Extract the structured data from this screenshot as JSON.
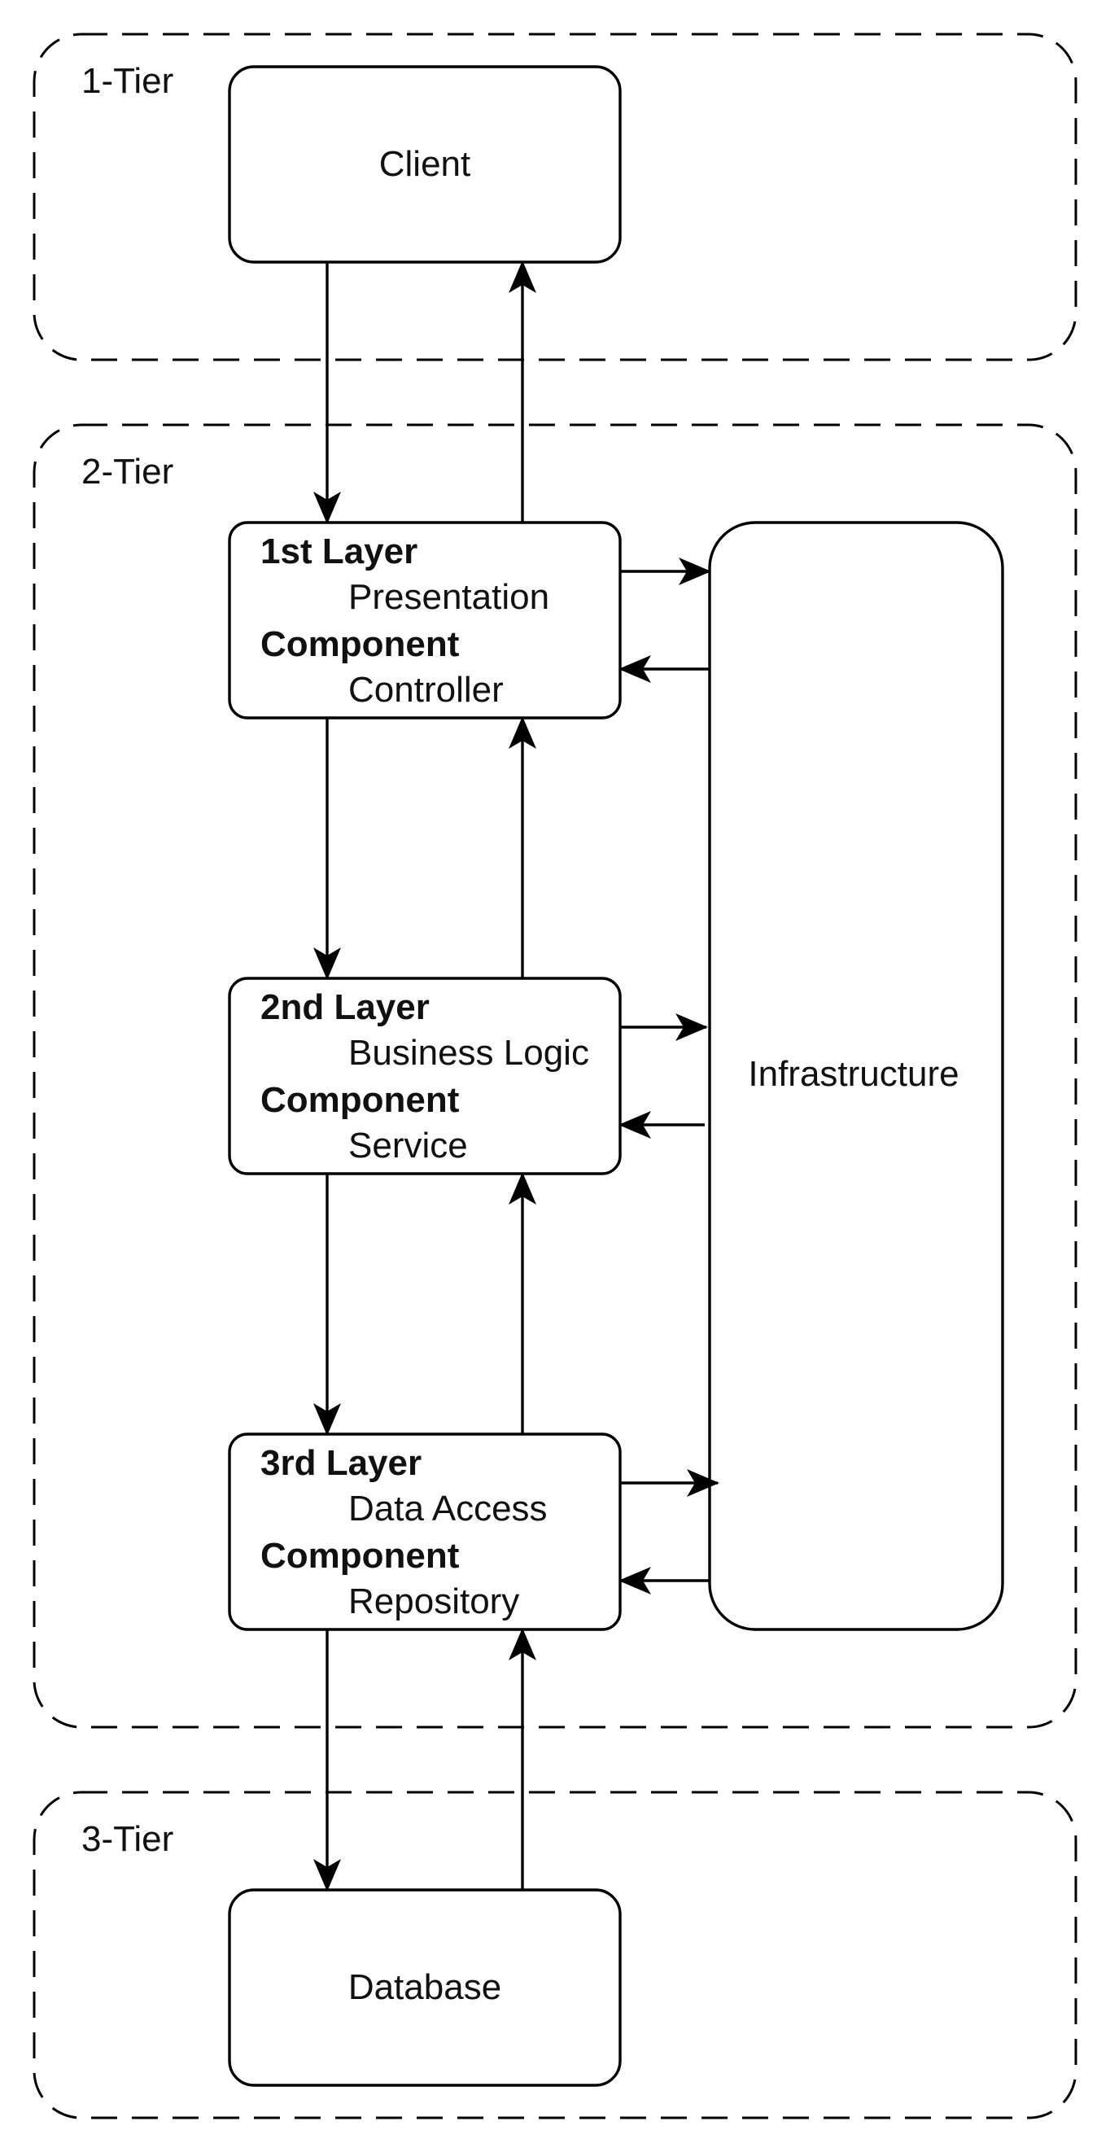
{
  "tiers": {
    "tier1": "1-Tier",
    "tier2": "2-Tier",
    "tier3": "3-Tier"
  },
  "client": "Client",
  "database": "Database",
  "infrastructure": "Infrastructure",
  "layers": [
    {
      "title": "1st Layer",
      "name": "Presentation",
      "component_label": "Component",
      "component": "Controller"
    },
    {
      "title": "2nd Layer",
      "name": "Business Logic",
      "component_label": "Component",
      "component": "Service"
    },
    {
      "title": "3rd Layer",
      "name": "Data Access",
      "component_label": "Component",
      "component": "Repository"
    }
  ]
}
